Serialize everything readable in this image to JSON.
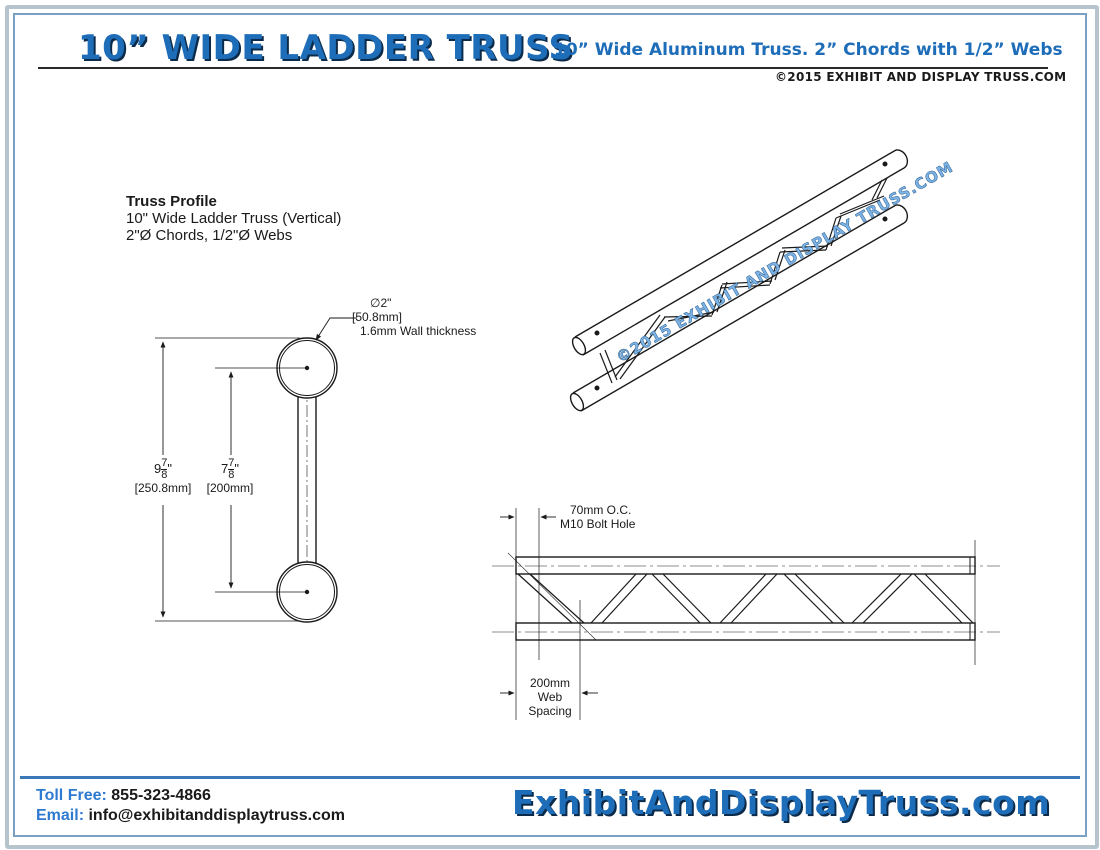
{
  "header": {
    "title": "10” WIDE LADDER TRUSS",
    "subtitle": "10” Wide Aluminum Truss. 2” Chords with 1/2” Webs",
    "copyright": "©2015 EXHIBIT AND DISPLAY TRUSS.COM"
  },
  "profile": {
    "title": "Truss Profile",
    "line1": "10\" Wide Ladder Truss (Vertical)",
    "line2": "2\"Ø Chords, 1/2\"Ø Webs"
  },
  "chord_dim": {
    "symbol": "∅",
    "size": "2\"",
    "metric": "[50.8mm]",
    "wall": "1.6mm Wall thickness"
  },
  "overall_dim": {
    "whole": "9",
    "num": "7",
    "den": "8",
    "unit": "\"",
    "metric": "[250.8mm]"
  },
  "center_dim": {
    "whole": "7",
    "num": "7",
    "den": "8",
    "unit": "\"",
    "metric": "[200mm]"
  },
  "bolt_dim": {
    "line1": "70mm O.C.",
    "line2": "M10 Bolt Hole"
  },
  "web_dim": {
    "line1": "200mm",
    "line2": "Web",
    "line3": "Spacing"
  },
  "watermark": "©2015 EXHIBIT AND DISPLAY TRUSS.COM",
  "footer": {
    "phone_label": "Toll Free:",
    "phone": "855-323-4866",
    "email_label": "Email:",
    "email": "info@exhibitanddisplaytruss.com",
    "brand": "ExhibitAndDisplayTruss.com"
  },
  "colors": {
    "accent": "#1e6db8",
    "accent_dark": "#0c2b4a",
    "frame": "#7aa0c4",
    "line": "#1a1a1a"
  }
}
